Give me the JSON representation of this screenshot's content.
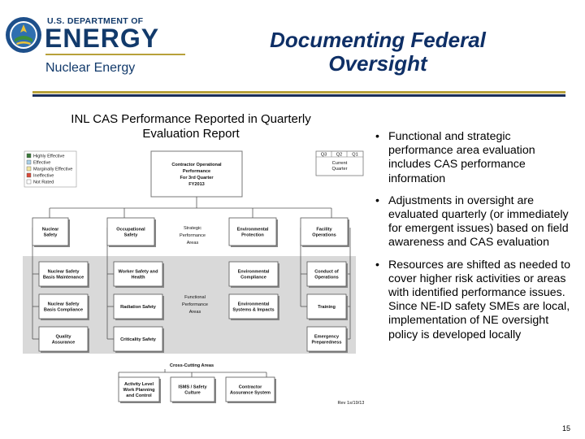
{
  "logo": {
    "agency": "U.S. DEPARTMENT OF",
    "name": "ENERGY",
    "office": "Nuclear Energy"
  },
  "slide": {
    "title_line1": "Documenting Federal",
    "title_line2": "Oversight",
    "page_number": "15"
  },
  "left_panel": {
    "heading_line1": "INL CAS Performance Reported in Quarterly",
    "heading_line2": "Evaluation Report"
  },
  "org_chart": {
    "legend": [
      "Highly Effective",
      "Effective",
      "Marginally Effective",
      "Ineffective",
      "Not Rated"
    ],
    "legend_colors": [
      "#3a7a3a",
      "#a9d0e8",
      "#f2e6a0",
      "#d94a3a",
      "#ffffff"
    ],
    "main_box": [
      "Contractor Operational",
      "Performance",
      "For 3rd Quarter",
      "FY2013"
    ],
    "quarter_headers": [
      "Q3",
      "Q2",
      "Q1"
    ],
    "current_quarter_label": [
      "Current",
      "Quarter"
    ],
    "strategic_label": [
      "Strategic",
      "Performance",
      "Areas"
    ],
    "functional_label": [
      "Functional",
      "Performance",
      "Areas"
    ],
    "cross_cutting_label": "Cross-Cutting Areas",
    "strategic_boxes": [
      [
        "Nuclear",
        "Safety"
      ],
      [
        "Occupational",
        "Safety"
      ],
      [
        "Environmental",
        "Protection"
      ],
      [
        "Facility",
        "Operations"
      ]
    ],
    "functional_boxes": [
      [
        "Nuclear Safety",
        "Basis Maintenance"
      ],
      [
        "Worker Safety and",
        "Health"
      ],
      [
        "Environmental",
        "Compliance"
      ],
      [
        "Conduct of",
        "Operations"
      ],
      [
        "Nuclear Safety",
        "Basis Compliance"
      ],
      [
        "Radiation Safety"
      ],
      [
        "Environmental",
        "Systems & Impacts"
      ],
      [
        "Training"
      ],
      [
        "Quality",
        "Assurance"
      ],
      [
        "Criticality Safety"
      ],
      [
        "Emergency",
        "Preparedness"
      ]
    ],
    "cross_cutting_boxes": [
      [
        "Activity Level",
        "Work Planning",
        "and Control"
      ],
      [
        "ISMS / Safety",
        "Culture"
      ],
      [
        "Contractor",
        "Assurance System"
      ]
    ],
    "revision_note": "Rev 1s/19/13"
  },
  "bullets": [
    "Functional and strategic performance area evaluation includes CAS performance information",
    "Adjustments in oversight are evaluated quarterly (or immediately for emergent issues) based on field awareness and CAS evaluation",
    "Resources are shifted as needed to cover higher risk activities or areas with identified performance issues. Since NE-ID safety SMEs are local, implementation of NE oversight policy is developed locally"
  ],
  "bullet_symbol": "•"
}
